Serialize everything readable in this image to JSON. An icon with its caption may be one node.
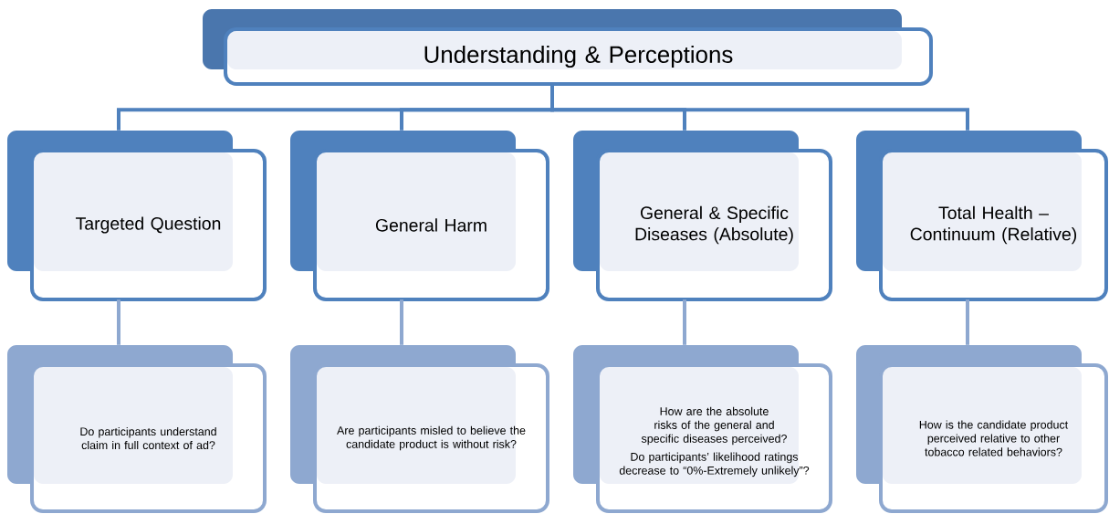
{
  "diagram": {
    "nodes": [
      {
        "text": [
          "Understanding & Perceptions"
        ]
      },
      {
        "text": [
          "Targeted Question"
        ]
      },
      {
        "text": [
          "General Harm"
        ]
      },
      {
        "text": [
          "General & Specific Diseases (Absolute)"
        ]
      },
      {
        "text": [
          "Total Health – Continuum (Relative)"
        ]
      },
      {
        "text": [
          "Do participants understand claim in full context of ad?"
        ]
      },
      {
        "text": [
          "Are participants misled to believe the candidate product is without risk?"
        ]
      },
      {
        "text": [
          "How are the absolute risks of the  general and specific diseases perceived?",
          "Do participants’ likelihood ratings decrease to “0%-Extremely unlikely”?"
        ]
      },
      {
        "text": [
          "How is the candidate product perceived relative to other tobacco related behaviors?"
        ]
      }
    ],
    "edges": [
      {
        "from": 0,
        "to": 1,
        "arrow": "none"
      },
      {
        "from": 0,
        "to": 2,
        "arrow": "none"
      },
      {
        "from": 0,
        "to": 3,
        "arrow": "none"
      },
      {
        "from": 0,
        "to": 4,
        "arrow": "none"
      },
      {
        "from": 1,
        "to": 5,
        "arrow": "none",
        "color": "#8ea8d0"
      },
      {
        "from": 2,
        "to": 6,
        "arrow": "none",
        "color": "#8ea8d0"
      },
      {
        "from": 3,
        "to": 7,
        "arrow": "none",
        "color": "#8ea8d0"
      },
      {
        "from": 4,
        "to": 8,
        "arrow": "none",
        "color": "#8ea8d0"
      }
    ]
  }
}
